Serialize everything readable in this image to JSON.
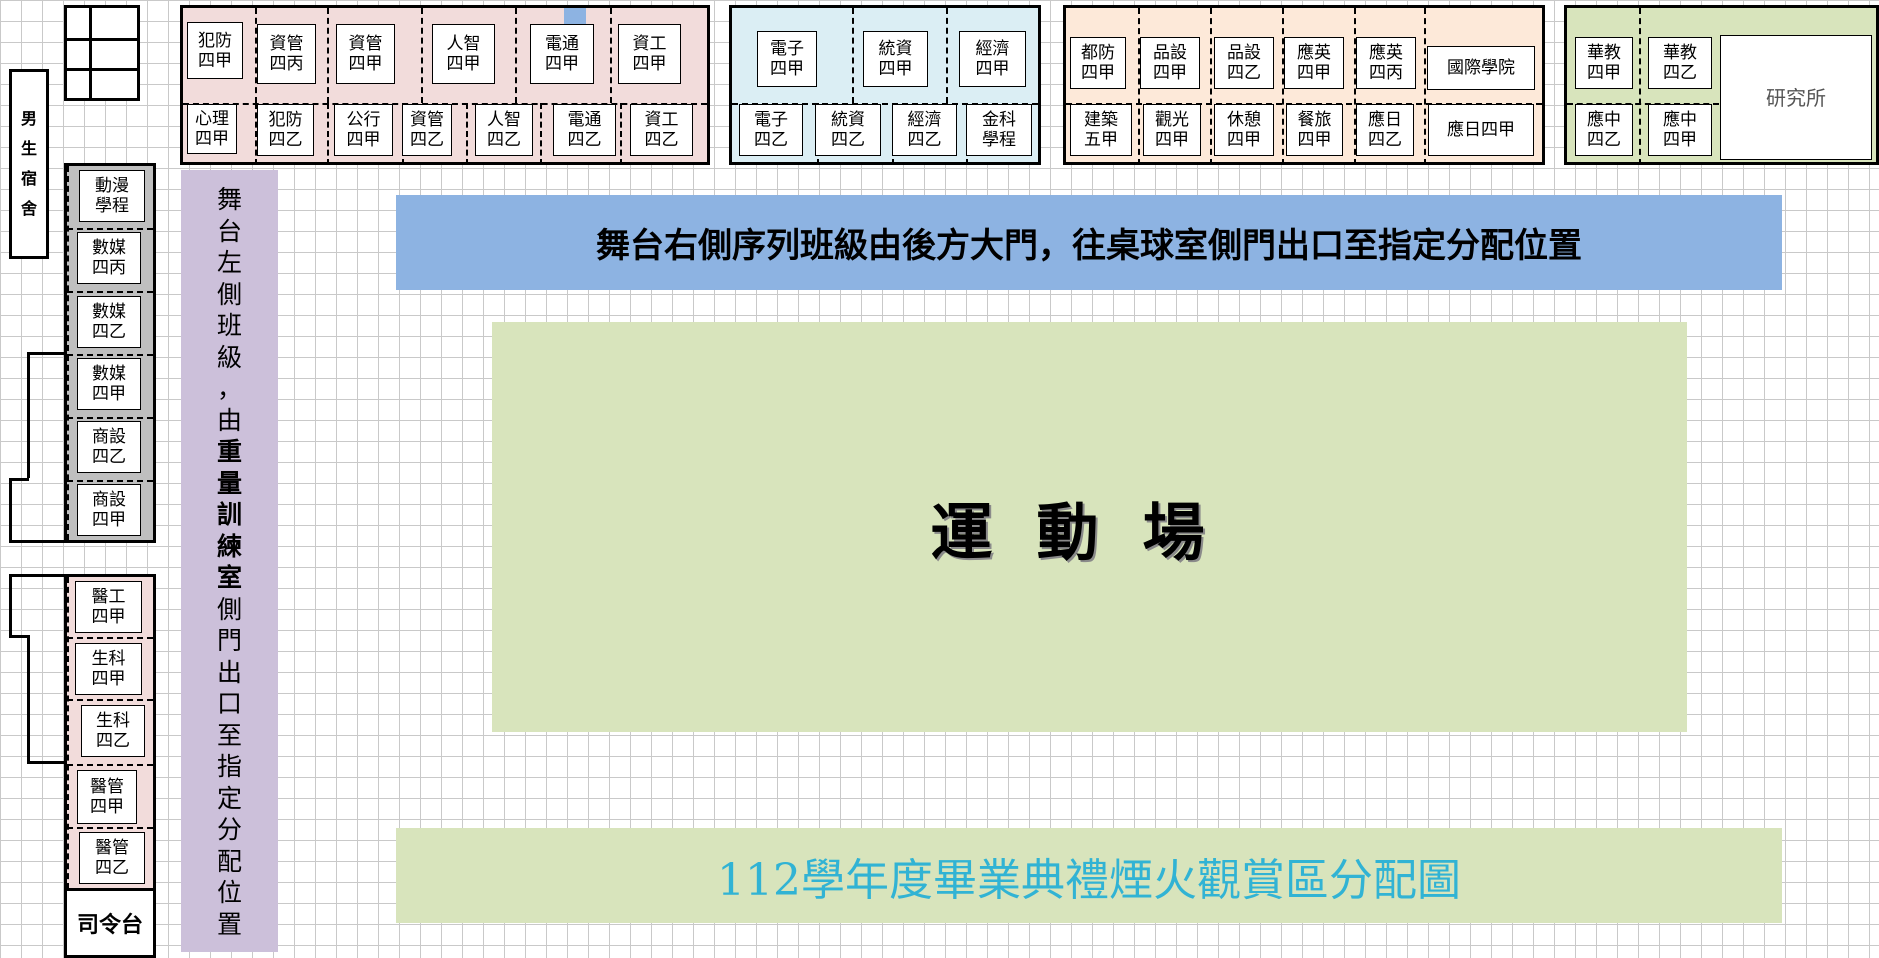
{
  "top_rows": {
    "block1": {
      "top": [
        "犯防\n四甲",
        "資管\n四丙",
        "資管\n四甲",
        "人智\n四甲",
        "電通\n四甲",
        "資工\n四甲"
      ],
      "bottom": [
        "心理\n四甲",
        "犯防\n四乙",
        "公行\n四甲",
        "資管\n四乙",
        "人智\n四乙",
        "電通\n四乙",
        "資工\n四乙"
      ]
    },
    "block2": {
      "top": [
        "電子\n四甲",
        "統資\n四甲",
        "經濟\n四甲"
      ],
      "bottom": [
        "電子\n四乙",
        "統資\n四乙",
        "經濟\n四乙",
        "金科\n學程"
      ]
    },
    "block3": {
      "top": [
        "都防\n四甲",
        "品設\n四甲",
        "品設\n四乙",
        "應英\n四甲",
        "應英\n四丙",
        "國際學院"
      ],
      "bottom": [
        "建築\n五甲",
        "觀光\n四甲",
        "休憩\n四甲",
        "餐旅\n四甲",
        "應日\n四乙",
        "應日四甲"
      ]
    },
    "block4": {
      "top": [
        "華教\n四甲",
        "華教\n四乙"
      ],
      "bottom": [
        "應中\n四乙",
        "應中\n四甲"
      ],
      "big": "研究所"
    }
  },
  "left_column": {
    "dorm": [
      "男",
      "生",
      "宿",
      "舍"
    ],
    "gray_rooms": [
      "動漫\n學程",
      "數媒\n四丙",
      "數媒\n四乙",
      "數媒\n四甲",
      "商設\n四乙",
      "商設\n四甲"
    ],
    "pink_rooms": [
      "醫工\n四甲",
      "生科\n四甲",
      "生科\n四乙",
      "醫管\n四甲",
      "醫管\n四乙"
    ],
    "command_post": "司令台"
  },
  "purple_strip": [
    "舞",
    "台",
    "左",
    "側",
    "班",
    "級",
    "，",
    "由",
    "重",
    "量",
    "訓",
    "練",
    "室",
    "側",
    "門",
    "出",
    "口",
    "至",
    "指",
    "定",
    "分",
    "配",
    "位",
    "置"
  ],
  "purple_bold_indices": [
    8,
    9,
    10,
    11,
    12
  ],
  "blue_banner": "舞台右側序列班級由後方大門，往桌球室側門出口至指定分配位置",
  "field_label": "運動場",
  "title": "112學年度畢業典禮煙火觀賞區分配圖",
  "colors": {
    "pink": "#f2dcdb",
    "light_blue": "#dbeef4",
    "peach": "#fde9d9",
    "green": "#d8e4bc",
    "blue_banner": "#8db3e2",
    "purple": "#ccc0da",
    "gray": "#bfbfbf",
    "title_text": "#31b3d4"
  }
}
